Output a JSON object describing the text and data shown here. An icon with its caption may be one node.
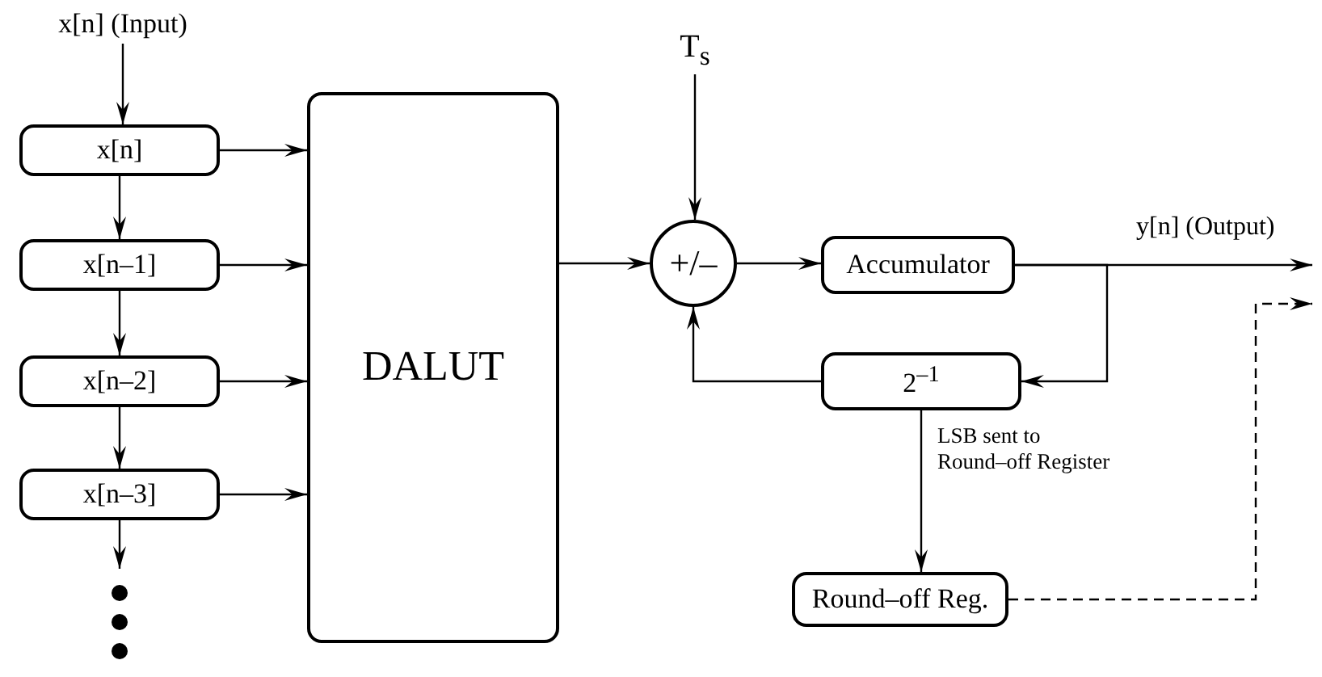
{
  "diagram": {
    "nodes": [
      {
        "text": [
          "x[n] (Input)"
        ]
      },
      {
        "text": [
          "x[n]"
        ]
      },
      {
        "text": [
          "x[n–1]"
        ]
      },
      {
        "text": [
          "x[n–2]"
        ]
      },
      {
        "text": [
          "x[n–3]"
        ]
      },
      {
        "text": [
          "DALUT"
        ]
      },
      {
        "text": [
          "T$_{s}$"
        ]
      },
      {
        "text": [
          "+/–"
        ]
      },
      {
        "text": [
          "Accumulator"
        ]
      },
      {
        "text": [
          "2$^{–1}$"
        ]
      },
      {
        "text": [
          "Round–off Reg."
        ]
      }
    ],
    "edges": [
      {
        "from": 0,
        "to": 1,
        "arrow": "to"
      },
      {
        "from": 1,
        "to": 2,
        "arrow": "to"
      },
      {
        "from": 2,
        "to": 3,
        "arrow": "to"
      },
      {
        "from": 3,
        "to": 4,
        "arrow": "to"
      },
      {
        "from": 1,
        "to": 5,
        "arrow": "to"
      },
      {
        "from": 2,
        "to": 5,
        "arrow": "to"
      },
      {
        "from": 3,
        "to": 5,
        "arrow": "to"
      },
      {
        "from": 4,
        "to": 5,
        "arrow": "to"
      },
      {
        "from": 5,
        "to": 7,
        "arrow": "to"
      },
      {
        "from": 6,
        "to": 7,
        "arrow": "to"
      },
      {
        "from": 7,
        "to": 8,
        "arrow": "to"
      },
      {
        "from": 8,
        "to": null,
        "arrow": "to",
        "label": "y[n] (Output)"
      },
      {
        "from": 8,
        "to": 9,
        "arrow": "to"
      },
      {
        "from": 9,
        "to": 7,
        "arrow": "to"
      },
      {
        "from": 9,
        "to": 10,
        "arrow": "to",
        "label": "LSB sent to Round–off Register"
      },
      {
        "from": 10,
        "to": null,
        "arrow": "to",
        "style": "dashed"
      },
      {
        "from": 4,
        "to": null,
        "arrow": "to"
      }
    ]
  }
}
